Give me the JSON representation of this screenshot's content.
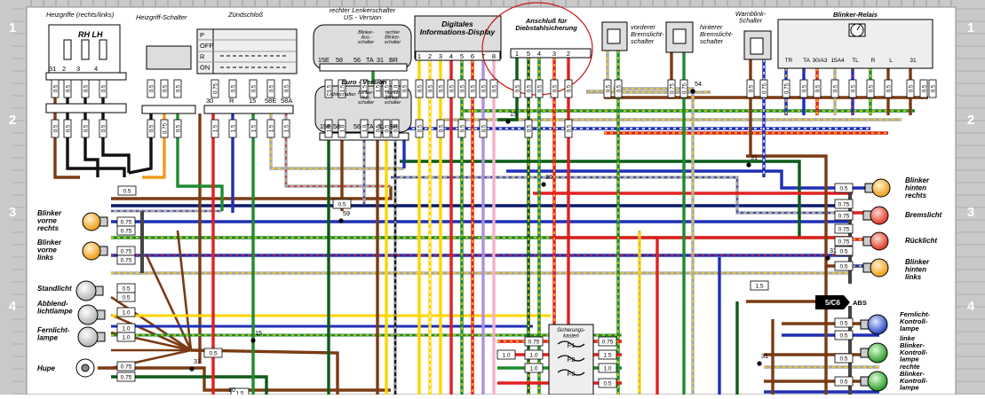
{
  "zone_markers": [
    "1",
    "2",
    "3",
    "4"
  ],
  "components": {
    "heizgriffe": {
      "title": "Heizgriffe (rechts/links)",
      "rh_lh": "RH LH",
      "pins": [
        "31",
        "2",
        "3",
        "4"
      ]
    },
    "heizgriff_schalter": {
      "title": "Heizgriff-Schalter"
    },
    "zuendschloss": {
      "title": "Zündschloß",
      "positions": [
        "P",
        "OFF",
        "R",
        "ON"
      ],
      "pins": [
        "30",
        "R",
        "15",
        "58E",
        "58A"
      ]
    },
    "us_switch": {
      "title": "rechter Lenkerschalter\nUS - Version",
      "labels": [
        "Blinker-\nAus-\nschalter",
        "rechter\nBlinker-\nschalter"
      ],
      "pins": [
        "15E",
        "58",
        "56",
        "TA",
        "31",
        "BR"
      ]
    },
    "euro_switch": {
      "title": "Euro - Version",
      "labels": [
        "Lichtschalter",
        "Blinker-\nAus-\nschalter",
        "rechter\nBlinker-\nschalter"
      ],
      "pins": [
        "15E",
        "58",
        "56",
        "TA",
        "31",
        "BR"
      ]
    },
    "display": {
      "title": "Digitales\nInformations-Display",
      "pins": [
        "1",
        "2",
        "3",
        "4",
        "5",
        "6",
        "7",
        "8"
      ]
    },
    "diebstahl": {
      "title": "Anschluß für\nDiebstahlsicherung",
      "pins": [
        "1",
        "5",
        "4",
        "3",
        "2"
      ]
    },
    "vorderer_brems": {
      "title": "vorderer\nBremslicht-\nschalter"
    },
    "hinterer_brems": {
      "title": "hinterer\nBremslicht-\nschalter"
    },
    "warnblink": {
      "title": "Warnblink-\nSchalter"
    },
    "blinker_relais": {
      "title": "Blinker-Relais",
      "pins": [
        "TR",
        "TA",
        "30/A3",
        "15A4",
        "TL",
        "R",
        "L",
        "31"
      ]
    }
  },
  "left_labels": [
    "Blinker\nvorne\nrechts",
    "Blinker\nvorne\nlinks",
    "Standlicht",
    "Abblend-\nlichtlampe",
    "Fernlicht-\nlampe",
    "Hupe"
  ],
  "right_labels": [
    "Blinker\nhinten\nrechts",
    "Bremslicht",
    "Rücklicht",
    "Blinker\nhinten\nlinks"
  ],
  "kontroll_labels": [
    "Fernlicht-\nKontroll-\nlampe",
    "linke\nBlinker-\nKontroll-\nlampe",
    "rechte\nBlinker-\nKontroll-\nlampe"
  ],
  "abs_ref": {
    "box": "5/C6",
    "text": "ABS"
  },
  "fuse_box": {
    "title": "Sicherungs-\nkasten",
    "fuses": [
      "F1",
      "F2",
      "F3"
    ]
  },
  "node_labels": [
    "54",
    "31",
    "30",
    "15",
    "59",
    "15",
    "31",
    "31",
    "31",
    "30"
  ],
  "gauges": {
    "top_row": [
      "0.5",
      "0.5",
      "0.5",
      "0.5",
      "0.5",
      "0.5",
      "0.5",
      "0.75",
      "0.5",
      "0.5",
      "0.5",
      "0.5",
      "1.5",
      "1.5",
      "1.5",
      "1.5",
      "1.5",
      "1.0",
      "0.5",
      "0.5",
      "0.5",
      "0.5",
      "0.5",
      "0.5",
      "0.5",
      "0.5",
      "0.5",
      "0.5",
      "0.5",
      "0.5",
      "0.5",
      "0.5",
      "0.5",
      "0.5",
      "0.75",
      "0.75",
      "0.5",
      "0.75",
      "0.75",
      "0.5",
      "0.5",
      "0.5",
      "0.5",
      "0.5",
      "0.5",
      "0.5",
      "0.5",
      "0.5"
    ],
    "row_two": [
      "0.5",
      "0.5",
      "0.5",
      "0.5",
      "0.5",
      "0.75",
      "0.5",
      "1.5",
      "1.5",
      "1.5",
      "1.5",
      "1.5",
      "1.0",
      "1.0",
      "1.0",
      "0.5",
      "0.5",
      "0.5",
      "0.5",
      "0.5",
      "0.5",
      "0.5",
      "0.5",
      "0.5"
    ],
    "left": [
      "0.75",
      "0.75",
      "0.75",
      "0.75",
      "0.5",
      "0.5",
      "1.0",
      "1.0",
      "1.0",
      "0.75",
      "0.75"
    ],
    "right": [
      "0.5",
      "0.75",
      "0.75",
      "0.75",
      "0.75",
      "0.5",
      "0.5",
      "1.5",
      "0.5",
      "0.5",
      "0.5",
      "0.5"
    ],
    "misc": [
      "0.5",
      "0.5",
      "0.5",
      "1.0",
      "0.75",
      "1.0",
      "1.0",
      "0.75",
      "1.5",
      "1.0",
      "0.5",
      "1.5"
    ]
  }
}
